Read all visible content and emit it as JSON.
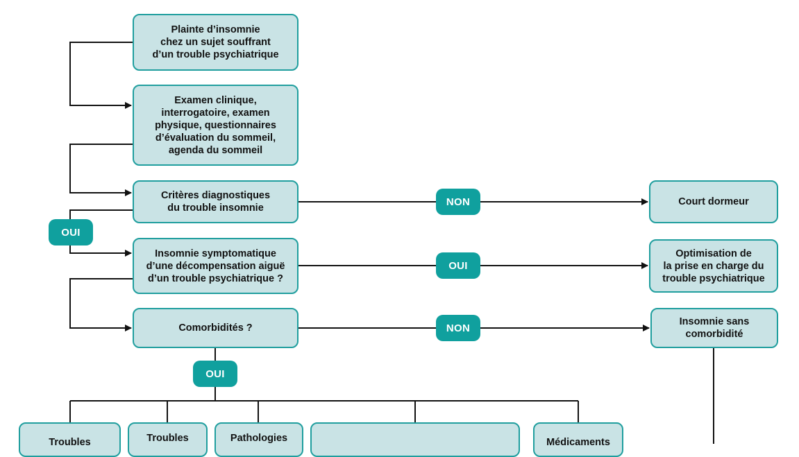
{
  "boxes": {
    "plainte": "Plainte d’insomnie\nchez un sujet souffrant\nd’un trouble psychiatrique",
    "examen": "Examen clinique,\ninterrogatoire, examen\nphysique, questionnaires\nd’évaluation du sommeil,\nagenda du sommeil",
    "criteres": "Critères diagnostiques\ndu trouble insomnie",
    "symptomatique": "Insomnie symptomatique\nd’une décompensation aiguë\nd’un trouble psychiatrique ?",
    "comorbidites": "Comorbidités ?",
    "court_dormeur": "Court dormeur",
    "optimisation": "Optimisation de\nla prise en charge du\ntrouble psychiatrique",
    "sans_comorbidite": "Insomnie sans\ncomorbidité",
    "bottom_1": "Troubles",
    "bottom_2": "Troubles",
    "bottom_3": "Pathologies",
    "bottom_4": "",
    "bottom_5": "Médicaments"
  },
  "labels": {
    "oui_left": "OUI",
    "non_1": "NON",
    "oui_2": "OUI",
    "non_3": "NON",
    "oui_bottom": "OUI"
  },
  "colors": {
    "box_fill": "#c9e3e5",
    "box_border": "#1f9e9e",
    "pill_fill": "#10a09e",
    "line": "#111111"
  }
}
